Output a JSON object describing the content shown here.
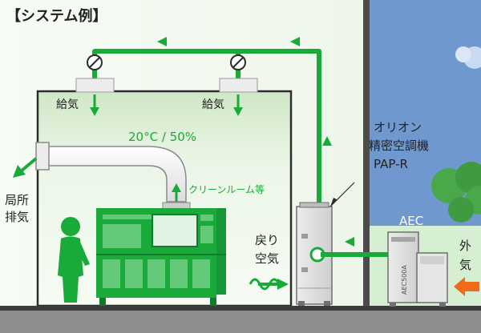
{
  "title": "【システム例】",
  "labels": {
    "supply_left": "給気",
    "supply_right": "給気",
    "condition": "20°C / 50%",
    "cleanroom": "クリーンルーム等",
    "exhaust_line1": "局所",
    "exhaust_line2": "排気",
    "return_line1": "戻り",
    "return_line2": "空気",
    "unit_line1": "オリオン",
    "unit_line2": "精密空調機",
    "unit_line3": "PAP-R",
    "aec": "AEC",
    "aec_model": "AEC500A",
    "outside_line1": "外",
    "outside_line2": "気"
  },
  "colors": {
    "green": "#1aaa3a",
    "room": "#e9f4e4",
    "sky": "#6f98cf",
    "outside_arrow": "#ef6a1a"
  }
}
